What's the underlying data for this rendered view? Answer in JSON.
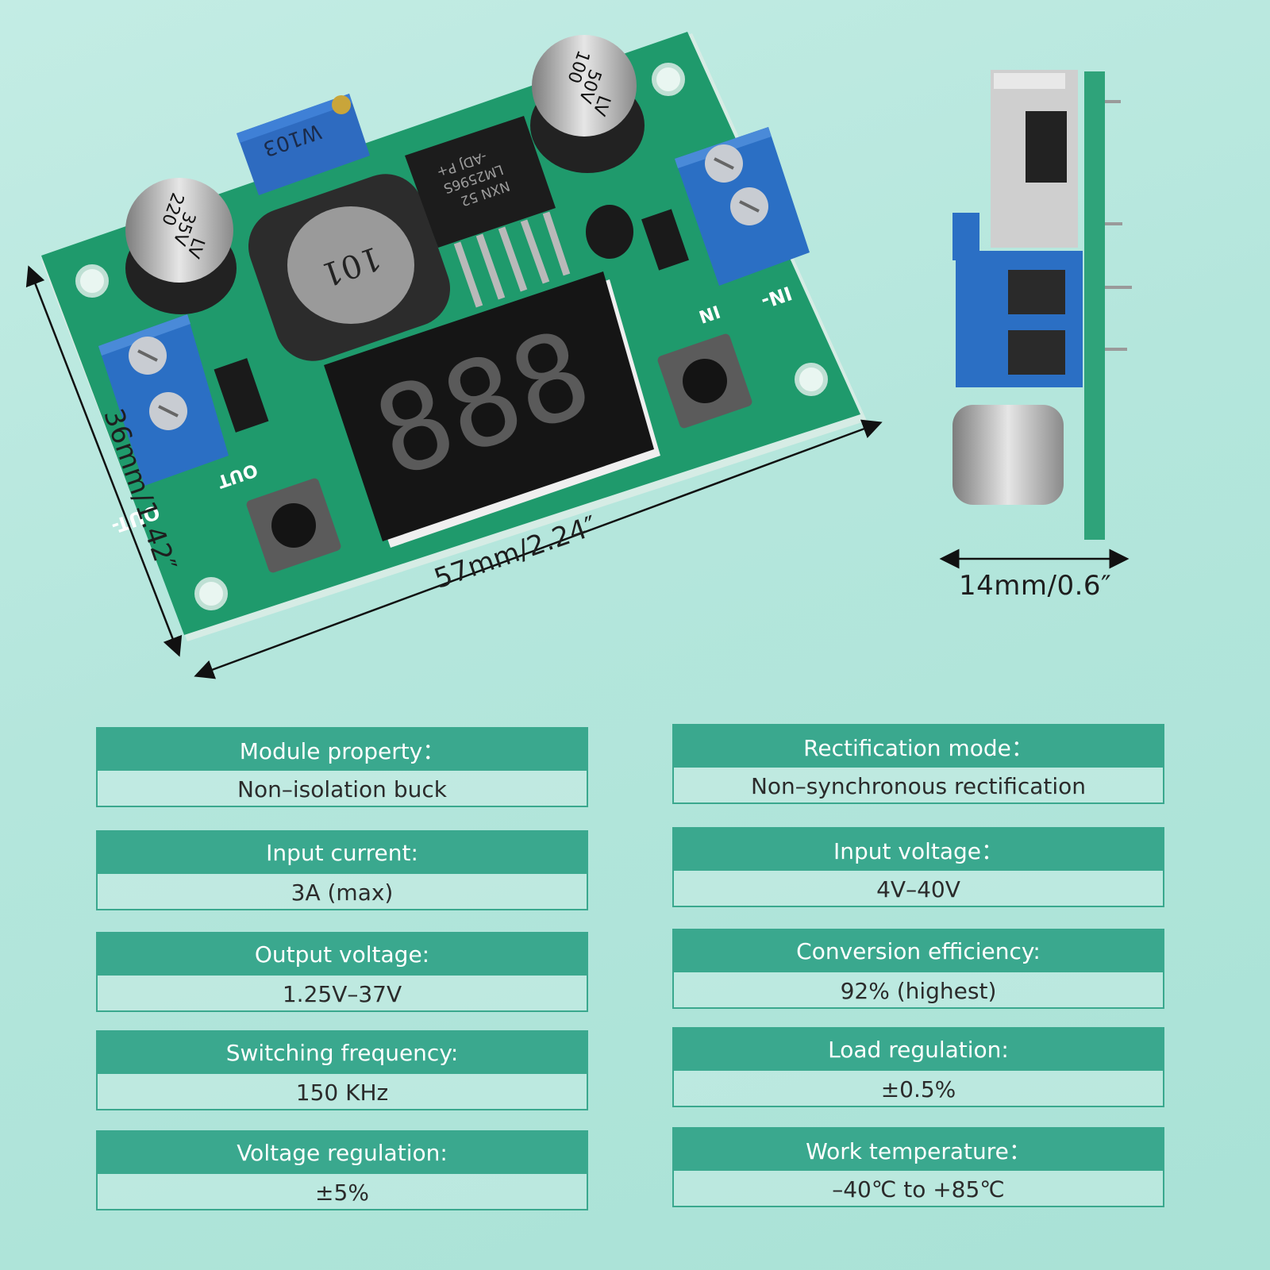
{
  "dimensions": {
    "width": "57mm/2.24″",
    "height": "36mm/1.42″",
    "depth": "14mm/0.6″"
  },
  "board_markings": {
    "cap_left": [
      "LV",
      "35V",
      "220"
    ],
    "cap_top": [
      "LV",
      "50V",
      "100"
    ],
    "potentiometer": "W103",
    "inductor": "101",
    "chip": [
      "NXN 52",
      "LM2596S",
      "-ADJ P+"
    ],
    "display": "888",
    "terminal_in": "IN-",
    "terminal_in2": "IN",
    "terminal_out": "OUT-",
    "terminal_out2": "OUT"
  },
  "colors": {
    "accent": "#3aa88e",
    "pcb": "#1f9a6c",
    "terminal": "#2b6fc4"
  },
  "specs": {
    "left": [
      {
        "label": "Module property：",
        "value": "Non–isolation buck"
      },
      {
        "label": "Input current:",
        "value": "3A (max)"
      },
      {
        "label": "Output voltage:",
        "value": "1.25V–37V"
      },
      {
        "label": "Switching frequency:",
        "value": "150 KHz"
      },
      {
        "label": "Voltage regulation:",
        "value": "±5%"
      }
    ],
    "right": [
      {
        "label": "Rectification mode：",
        "value": "Non–synchronous rectification"
      },
      {
        "label": "Input voltage：",
        "value": "4V–40V"
      },
      {
        "label": "Conversion efficiency:",
        "value": "92% (highest)"
      },
      {
        "label": "Load regulation:",
        "value": "±0.5%"
      },
      {
        "label": "Work temperature：",
        "value": "–40℃ to +85℃"
      }
    ]
  }
}
